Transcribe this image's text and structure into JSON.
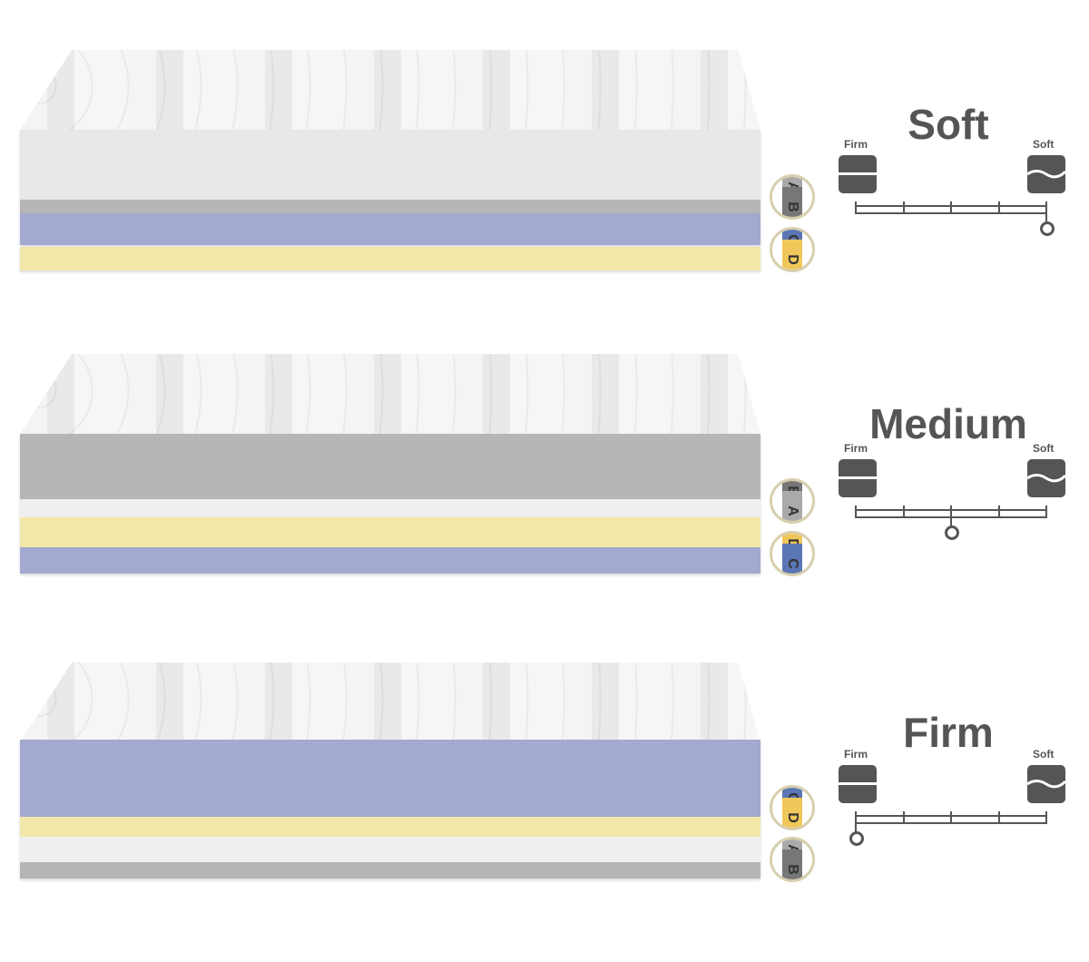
{
  "panels": [
    {
      "title": "Soft",
      "left_label": "Firm",
      "right_label": "Soft",
      "firmness_position": 1.0,
      "badges": [
        [
          "A",
          "B"
        ],
        [
          "C",
          "D"
        ]
      ]
    },
    {
      "title": "Medium",
      "left_label": "Firm",
      "right_label": "Soft",
      "firmness_position": 0.5,
      "badges": [
        [
          "B",
          "A"
        ],
        [
          "D",
          "C"
        ]
      ]
    },
    {
      "title": "Firm",
      "left_label": "Firm",
      "right_label": "Soft",
      "firmness_position": 0.0,
      "badges": [
        [
          "C",
          "D"
        ],
        [
          "A",
          "B"
        ]
      ]
    }
  ],
  "colors": {
    "gray": "#b6b6b6",
    "blue": "#a3a9cf",
    "yellow": "#f2e7a8",
    "text": "#555555"
  }
}
